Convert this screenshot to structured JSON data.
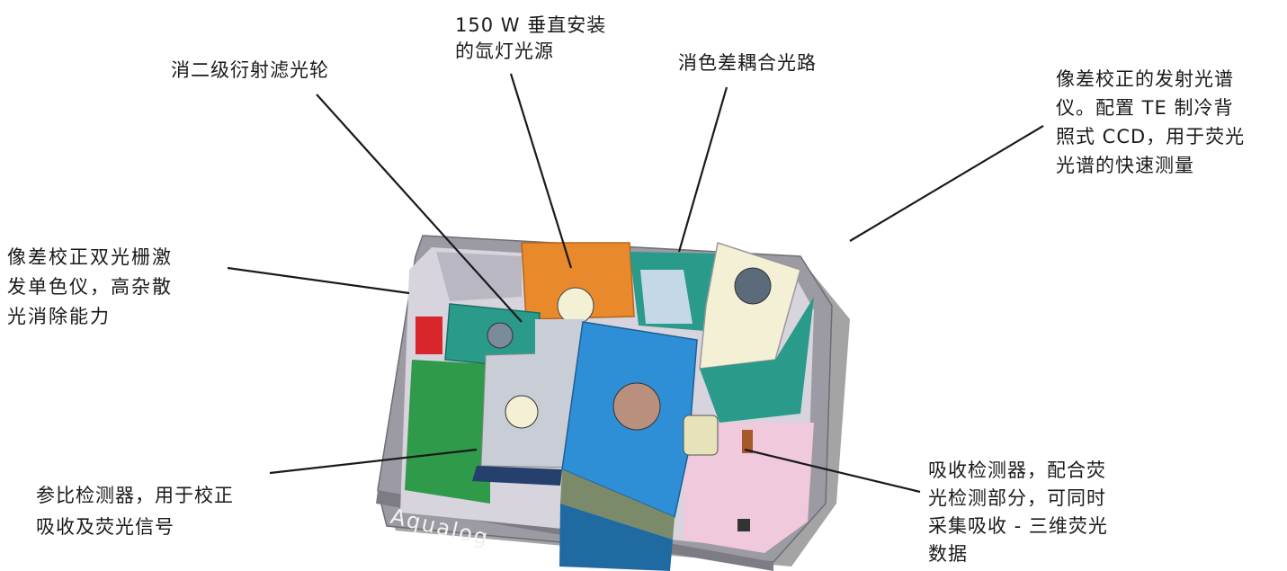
{
  "product_logo": "Aqualog",
  "colors": {
    "base": "#9c9aa3",
    "orange": "#e8892c",
    "blue": "#2e8fd6",
    "teal": "#2a9a8a",
    "cream": "#f4f0d6",
    "pink": "#f1c9dc",
    "green": "#2f9a4a",
    "red": "#d8262a",
    "leader": "#1a1a1a"
  },
  "callouts": {
    "filter_wheel": {
      "lines": [
        "消二级衍射滤光轮"
      ]
    },
    "lamp": {
      "lines": [
        "150 W 垂直安装",
        "的氙灯光源"
      ]
    },
    "achromatic": {
      "lines": [
        "消色差耦合光路"
      ]
    },
    "spectrograph": {
      "lines": [
        "像差校正的发射光谱",
        "仪。配置 TE 制冷背",
        "照式 CCD，用于荧光",
        "光谱的快速测量"
      ]
    },
    "monochromator": {
      "lines": [
        "像差校正双光栅激",
        "发单色仪，高杂散",
        "光消除能力"
      ]
    },
    "reference_detector": {
      "lines": [
        "参比检测器，用于校正",
        "吸收及荧光信号"
      ]
    },
    "absorbance_detector": {
      "lines": [
        "吸收检测器，配合荧",
        "光检测部分，可同时",
        "采集吸收 - 三维荧光",
        "数据"
      ]
    }
  }
}
